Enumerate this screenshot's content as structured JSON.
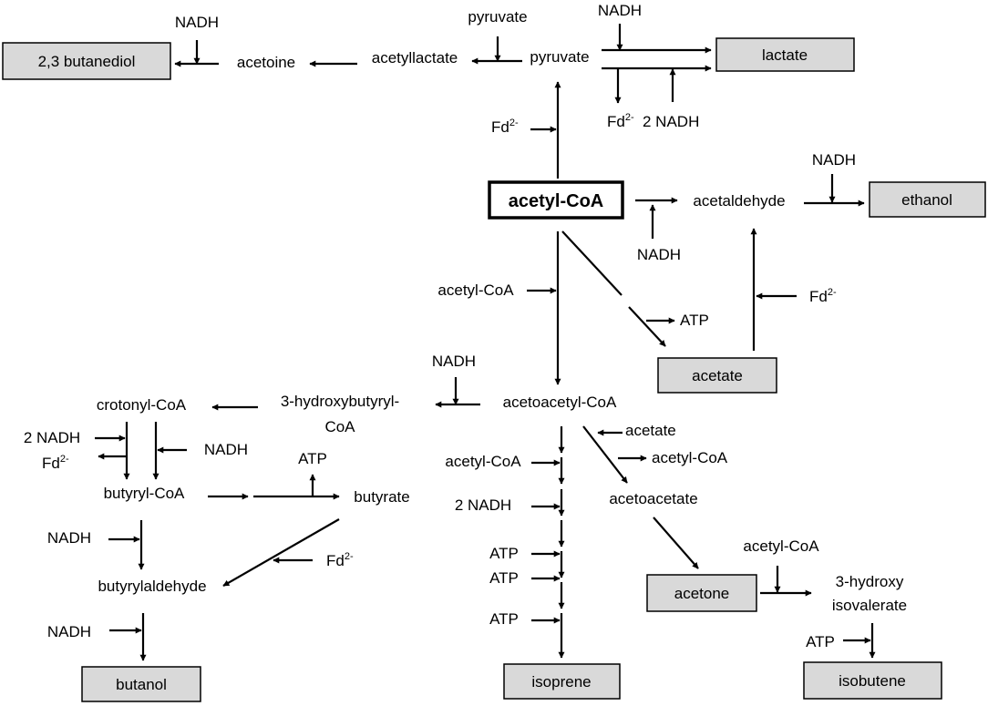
{
  "hub": "acetyl-CoA",
  "products": {
    "butanediol": "2,3 butanediol",
    "lactate": "lactate",
    "ethanol": "ethanol",
    "acetate": "acetate",
    "butanol": "butanol",
    "isoprene": "isoprene",
    "acetone": "acetone",
    "isobutene": "isobutene"
  },
  "intermediates": {
    "pyruvate": "pyruvate",
    "acetyllactate": "acetyllactate",
    "acetoine": "acetoine",
    "acetaldehyde": "acetaldehyde",
    "acetoacetyl_coa": "acetoacetyl-CoA",
    "hydroxybutyryl_line1": "3-hydroxybutyryl-",
    "hydroxybutyryl_line2": "CoA",
    "crotonyl_coa": "crotonyl-CoA",
    "butyryl_coa": "butyryl-CoA",
    "butyrate": "butyrate",
    "butyrylaldehyde": "butyrylaldehyde",
    "acetoacetate": "acetoacetate",
    "hydroxyisovalerate_line1": "3-hydroxy",
    "hydroxyisovalerate_line2": "isovalerate"
  },
  "cofactors": {
    "nadh": "NADH",
    "two_nadh": "2 NADH",
    "atp": "ATP",
    "fd": "Fd",
    "fd_charge": "2-",
    "pyruvate": "pyruvate",
    "acetyl_coa": "acetyl-CoA",
    "acetate": "acetate"
  }
}
